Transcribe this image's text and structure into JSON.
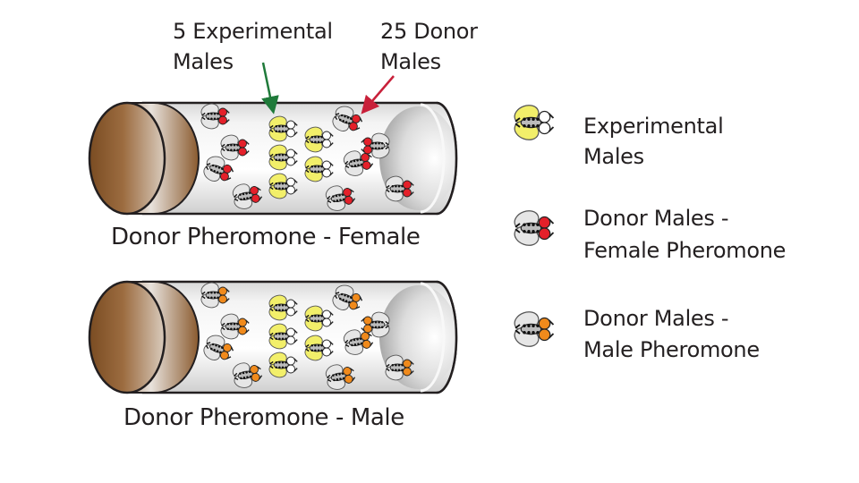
{
  "callouts": {
    "experimental": {
      "line1": "5 Experimental",
      "line2": "Males",
      "arrow_color": "#1f7a3a"
    },
    "donor": {
      "line1": "25 Donor",
      "line2": "Males",
      "arrow_color": "#c8203a"
    }
  },
  "tubes": [
    {
      "id": "female",
      "caption": "Donor Pheromone - Female",
      "donor_head_color": "#e4202a"
    },
    {
      "id": "male",
      "caption": "Donor Pheromone - Male",
      "donor_head_color": "#f08a1c"
    }
  ],
  "legend": [
    {
      "line1": "Experimental",
      "line2": "Males",
      "icon": "experimental-fly-icon",
      "wing": "#f2ef6a",
      "head": "#ffffff"
    },
    {
      "line1": "Donor Males -",
      "line2": "Female Pheromone",
      "icon": "donor-female-pheromone-fly-icon",
      "wing": "#e6e6e6",
      "head": "#e4202a"
    },
    {
      "line1": "Donor Males -",
      "line2": "Male Pheromone",
      "icon": "donor-male-pheromone-fly-icon",
      "wing": "#e6e6e6",
      "head": "#f08a1c"
    }
  ],
  "colors": {
    "experimental_wing": "#f2ef6a",
    "donor_wing": "#e6e6e6",
    "cork": "#8a5a2e"
  }
}
